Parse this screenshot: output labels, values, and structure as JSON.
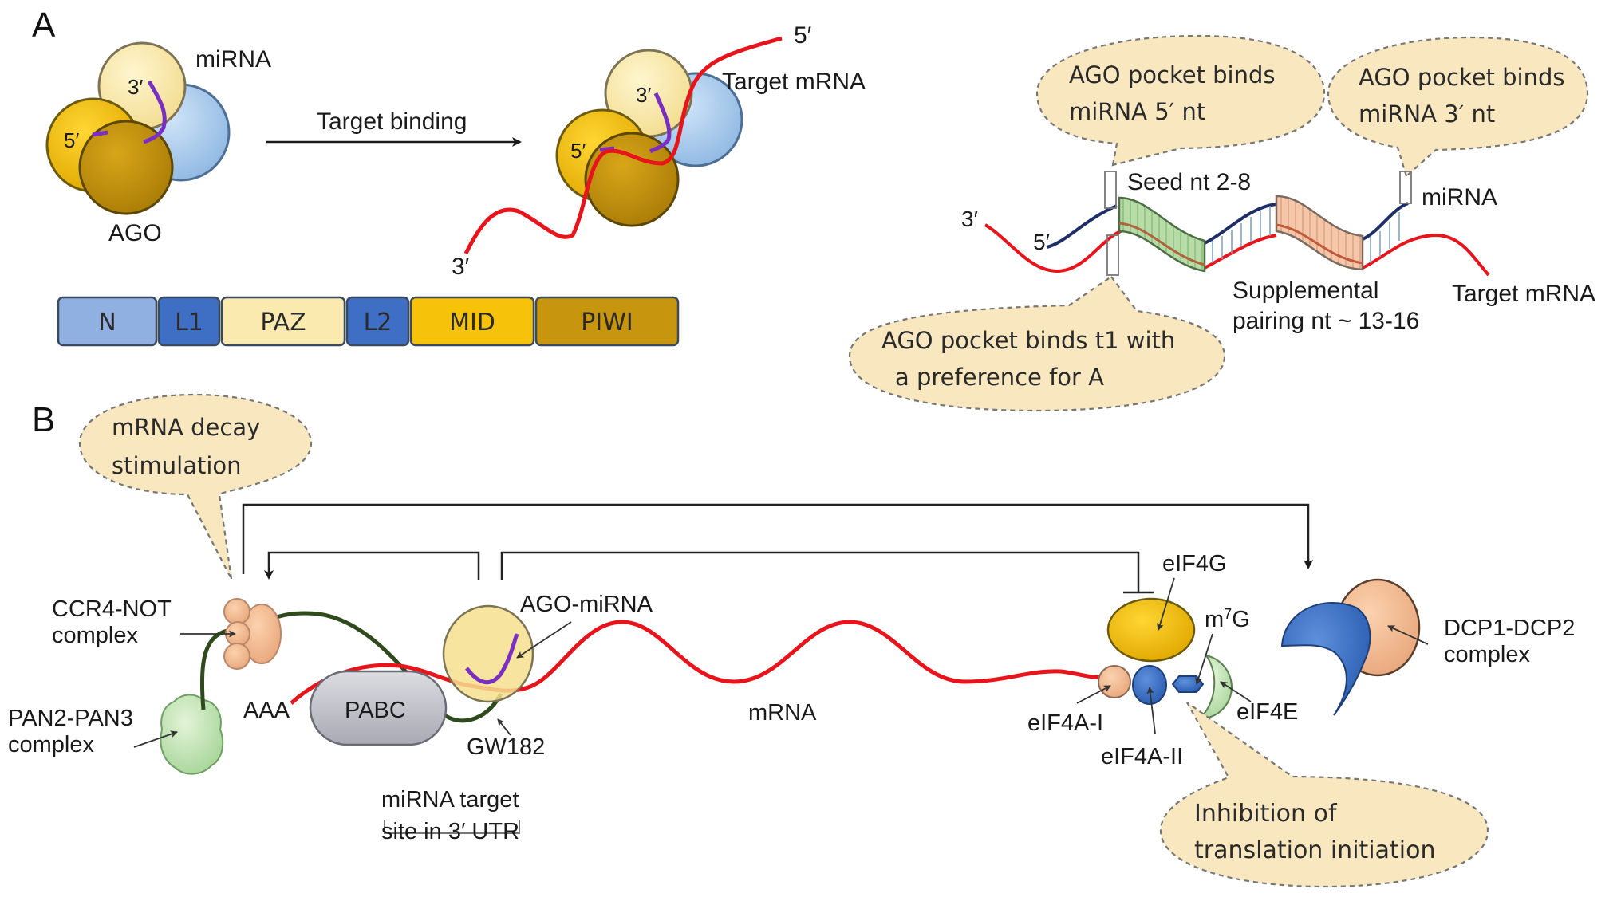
{
  "panel_a": {
    "label": "A",
    "left": {
      "mirna_label": "miRNA",
      "ago_label": "AGO",
      "three_prime": "3′",
      "five_prime": "5′",
      "arrow_label": "Target binding",
      "bound_three_prime": "3′",
      "bound_five_prime": "5′",
      "target_mrna_label": "Target mRNA",
      "target_five_prime": "5′",
      "target_three_prime": "3′"
    },
    "domains": [
      {
        "name": "N",
        "color": "#8fb0e0"
      },
      {
        "name": "L1",
        "color": "#3f6fc4"
      },
      {
        "name": "PAZ",
        "color": "#fbeab0"
      },
      {
        "name": "L2",
        "color": "#3f6fc4"
      },
      {
        "name": "MID",
        "color": "#f7c20a"
      },
      {
        "name": "PIWI",
        "color": "#c8960e"
      }
    ],
    "right": {
      "bubble_5p": [
        "AGO pocket binds",
        "miRNA 5′ nt"
      ],
      "bubble_3p": [
        "AGO pocket binds",
        "miRNA 3′ nt"
      ],
      "bubble_t1": [
        "AGO pocket binds t1 with",
        "a preference for A"
      ],
      "seed_label": "Seed nt 2-8",
      "mirna_label": "miRNA",
      "target_three_prime": "3′",
      "mirna_five_prime": "5′",
      "supplemental_label": [
        "Supplemental",
        "pairing nt ~ 13-16"
      ],
      "target_mrna_label": "Target mRNA"
    }
  },
  "panel_b": {
    "label": "B",
    "bubble_decay": [
      "mRNA decay",
      "stimulation"
    ],
    "bubble_inhibition": [
      "Inhibition of",
      "translation initiation"
    ],
    "ccr4_not": [
      "CCR4-NOT",
      "complex"
    ],
    "pan2_pan3": [
      "PAN2-PAN3",
      "complex"
    ],
    "aaa": "AAA",
    "pabc": "PABC",
    "ago_mirna": "AGO-miRNA",
    "gw182": "GW182",
    "target_site": [
      "miRNA target",
      "site in 3′ UTR"
    ],
    "mrna": "mRNA",
    "eif4g": "eIF4G",
    "m7g": "m",
    "m7g_sup": "7",
    "m7g_tail": "G",
    "eif4a_i": "eIF4A-I",
    "eif4a_ii": "eIF4A-II",
    "eif4e": "eIF4E",
    "dcp": [
      "DCP1-DCP2",
      "complex"
    ]
  },
  "colors": {
    "mrna_red": "#e8141b",
    "mirna_navy": "#1d2f66",
    "mirna_purple": "#7a2fc2",
    "gw182_green": "#2f4a1c",
    "bubble_fill": "#f9e8bf",
    "seed_green": "#a9d49a",
    "supplemental_orange": "#f2b896"
  }
}
